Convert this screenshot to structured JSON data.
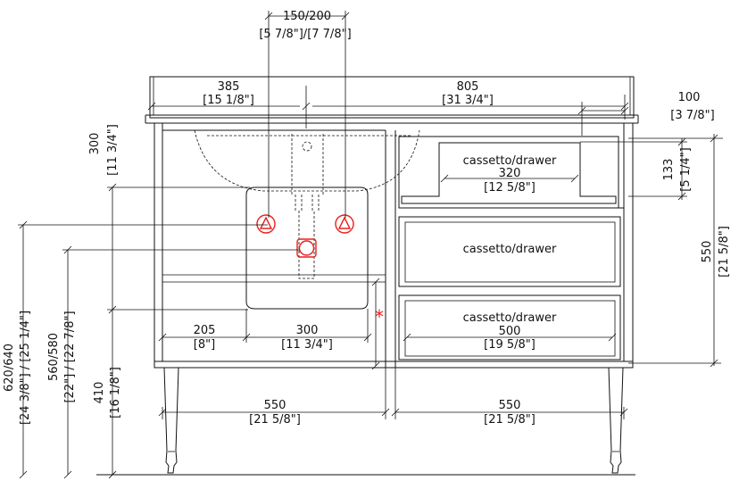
{
  "colors": {
    "line": "#111111",
    "accent": "#e8201e",
    "background": "#ffffff"
  },
  "dimensions": {
    "tap_spacing": "150/200",
    "tap_spacing_in": "[5 7/8\"]/[7 7/8\"]",
    "left_width": "385",
    "left_width_in": "[15 1/8\"]",
    "right_width": "805",
    "right_width_in": "[31 3/4\"]",
    "top_overhang": "100",
    "top_overhang_in": "[3 7/8\"]",
    "top_drawer_height": "133",
    "top_drawer_height_in": "[5 1/4\"]",
    "cabinet_height": "550",
    "cabinet_height_in": "[21 5/8\"]",
    "basin_depth": "300",
    "basin_depth_in": "[11 3/4\"]",
    "total_height": "620/640",
    "total_height_in": "[24 3/8\"] / [25 1/4\"]",
    "mid_height": "560/580",
    "mid_height_in": "[22\"] / [22 7/8\"]",
    "shelf_height": "410",
    "shelf_height_in": "[16 1/8\"]",
    "side_offset": "205",
    "side_offset_in": "[8\"]",
    "basin_width": "300",
    "basin_width_in": "[11 3/4\"]",
    "left_bay": "550",
    "left_bay_in": "[21 5/8\"]",
    "right_bay": "550",
    "right_bay_in": "[21 5/8\"]"
  },
  "drawers": [
    {
      "label": "cassetto/drawer",
      "width": "320",
      "width_in": "[12 5/8\"]"
    },
    {
      "label": "cassetto/drawer"
    },
    {
      "label": "cassetto/drawer",
      "width": "500",
      "width_in": "[19 5/8\"]"
    }
  ],
  "marker": "*"
}
